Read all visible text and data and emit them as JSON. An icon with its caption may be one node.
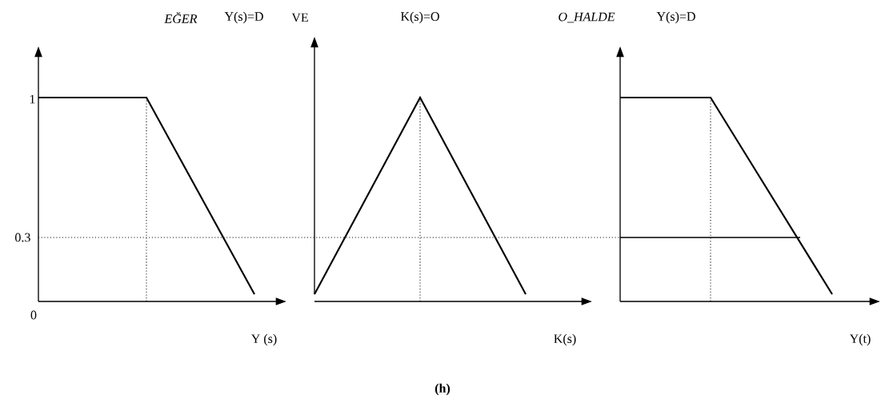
{
  "diagram": {
    "caption": "(h)",
    "labels": [
      "EĞER",
      "Y(s)=D",
      "VE",
      "K(s)=O",
      "O_HALDE",
      "Y(s)=D",
      "1",
      "0.3",
      "0",
      "Y (s)",
      "K(s)",
      "Y(t)"
    ]
  }
}
